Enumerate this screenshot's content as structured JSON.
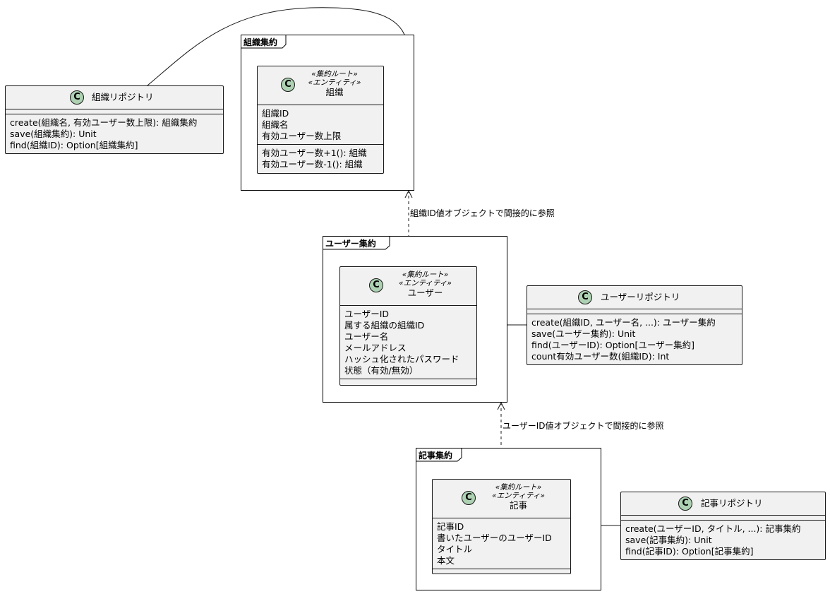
{
  "packages": {
    "org": {
      "title": "組織集約"
    },
    "user": {
      "title": "ユーザー集約"
    },
    "article": {
      "title": "記事集約"
    }
  },
  "classes": {
    "org_entity": {
      "circle": "C",
      "stereotypes": [
        "«集約ルート»",
        "«エンティティ»"
      ],
      "name": "組織",
      "fields": [
        "組織ID",
        "組織名",
        "有効ユーザー数上限"
      ],
      "methods": [
        "有効ユーザー数+1(): 組織",
        "有効ユーザー数-1(): 組織"
      ]
    },
    "user_entity": {
      "circle": "C",
      "stereotypes": [
        "«集約ルート»",
        "«エンティティ»"
      ],
      "name": "ユーザー",
      "fields": [
        "ユーザーID",
        "属する組織の組織ID",
        "ユーザー名",
        "メールアドレス",
        "ハッシュ化されたパスワード",
        "状態（有効/無効）"
      ]
    },
    "article_entity": {
      "circle": "C",
      "stereotypes": [
        "«集約ルート»",
        "«エンティティ»"
      ],
      "name": "記事",
      "fields": [
        "記事ID",
        "書いたユーザーのユーザーID",
        "タイトル",
        "本文"
      ]
    },
    "org_repo": {
      "circle": "C",
      "name": "組織リポジトリ",
      "methods": [
        "create(組織名, 有効ユーザー数上限): 組織集約",
        "save(組織集約): Unit",
        "find(組織ID): Option[組織集約]"
      ]
    },
    "user_repo": {
      "circle": "C",
      "name": "ユーザーリポジトリ",
      "methods": [
        "create(組織ID, ユーザー名, ...): ユーザー集約",
        "save(ユーザー集約): Unit",
        "find(ユーザーID): Option[ユーザー集約]",
        "count有効ユーザー数(組織ID): Int"
      ]
    },
    "article_repo": {
      "circle": "C",
      "name": "記事リポジトリ",
      "methods": [
        "create(ユーザーID, タイトル, ...): 記事集約",
        "save(記事集約): Unit",
        "find(記事ID): Option[記事集約]"
      ]
    }
  },
  "relations": {
    "user_to_org": "組織ID値オブジェクトで間接的に参照",
    "article_to_user": "ユーザーID値オブジェクトで間接的に参照"
  },
  "colors": {
    "class_bg": "#f1f1f1",
    "circle": "#add1b2",
    "border": "#181818"
  }
}
